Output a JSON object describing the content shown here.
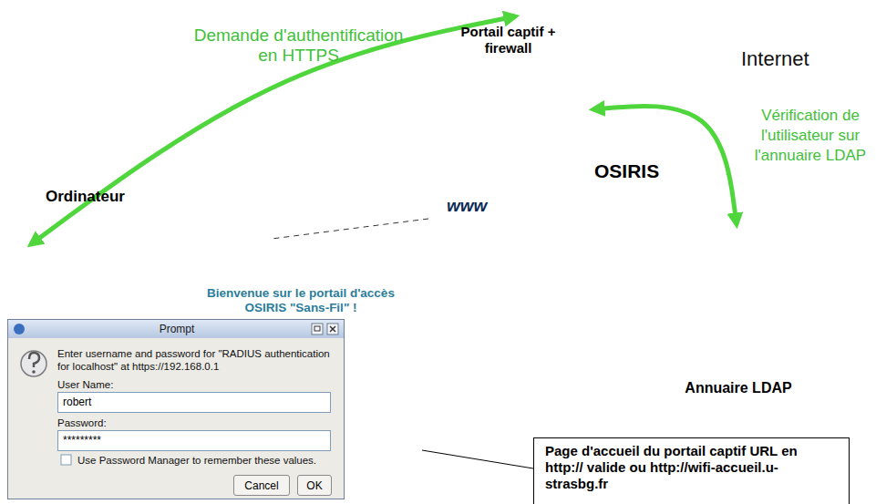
{
  "diagram": {
    "nodes": [
      {
        "text": [
          "Ordinateur"
        ]
      },
      {
        "text": [
          "Portail captif + firewall"
        ]
      },
      {
        "text": [
          "Internet"
        ]
      },
      {
        "text": [
          "OSIRIS"
        ]
      },
      {
        "text": [
          "Annuaire LDAP"
        ]
      },
      {
        "text": [
          "Page d'accueil du portail captif URL en http:// valide ou http://wifi-accueil.u-strasbg.fr"
        ]
      },
      {
        "text": [
          "Bienvenue sur le portail d'accès OSIRIS \"Sans-Fil\" !"
        ]
      },
      {
        "text": [
          "Prompt",
          "Enter username and password for \"RADIUS authentication for localhost\" at https://192.168.0.1",
          "User Name:",
          "Password:",
          "Use Password Manager to remember these values."
        ]
      },
      {
        "text": [
          "robert"
        ],
        "in": 7
      },
      {
        "text": [
          "*********"
        ],
        "in": 7
      },
      {
        "text": [
          "Cancel"
        ],
        "in": 7
      },
      {
        "text": [
          "OK"
        ],
        "in": 7
      }
    ],
    "edges": [
      {
        "from": 0,
        "to": 1,
        "arrow": "both",
        "label": "Demande d'authentification en HTTPS"
      },
      {
        "from": 1,
        "to": 4,
        "arrow": "both",
        "label": "Vérification de l'utilisateur sur l'annuaire LDAP"
      },
      {
        "from": 1,
        "to": 6,
        "arrow": "none"
      },
      {
        "from": 5,
        "to": 6,
        "arrow": "none"
      }
    ],
    "labels": [
      "www"
    ]
  }
}
